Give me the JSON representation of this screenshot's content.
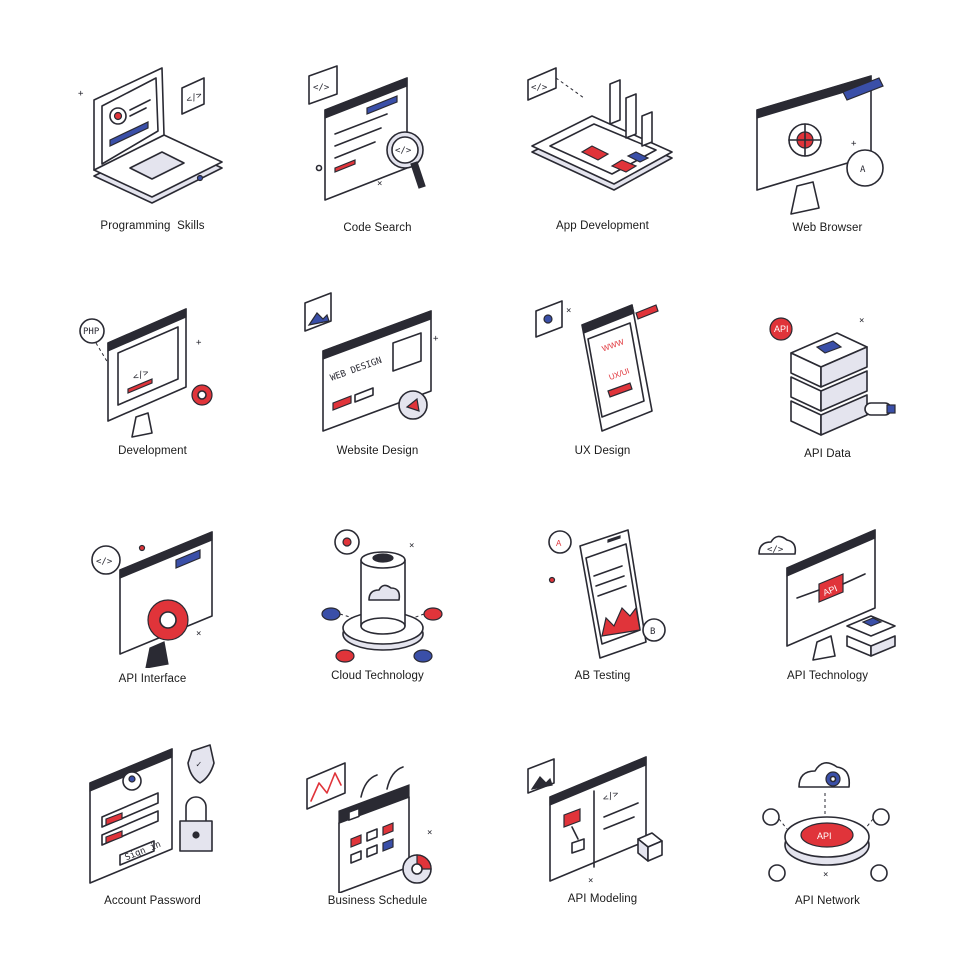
{
  "colors": {
    "ink": "#2a2a33",
    "accent_red": "#e0343a",
    "accent_blue": "#3a4fa8",
    "shade": "#e4e4ee"
  },
  "icons": [
    {
      "label": "Programming  Skills",
      "icon": "laptop-code-icon"
    },
    {
      "label": "Code Search",
      "icon": "code-search-icon"
    },
    {
      "label": "App Development",
      "icon": "tablet-chart-icon"
    },
    {
      "label": "Web Browser",
      "icon": "monitor-globe-icon"
    },
    {
      "label": "Development",
      "icon": "monitor-code-gear-icon"
    },
    {
      "label": "Website Design",
      "icon": "web-design-window-icon"
    },
    {
      "label": "UX Design",
      "icon": "phone-ux-icon"
    },
    {
      "label": "API Data",
      "icon": "server-stack-icon"
    },
    {
      "label": "API Interface",
      "icon": "monitor-api-gear-icon"
    },
    {
      "label": "Cloud Technology",
      "icon": "cloud-platform-icon"
    },
    {
      "label": "AB Testing",
      "icon": "phone-ab-testing-icon"
    },
    {
      "label": "API Technology",
      "icon": "monitor-api-chip-icon"
    },
    {
      "label": "Account Password",
      "icon": "login-padlock-icon"
    },
    {
      "label": "Business Schedule",
      "icon": "calendar-chart-icon"
    },
    {
      "label": "API Modeling",
      "icon": "window-flowchart-icon"
    },
    {
      "label": "API Network",
      "icon": "api-button-network-icon"
    }
  ],
  "glyph_text": {
    "code": "</>",
    "php": "PHP",
    "web_design": "WEB DESIGN",
    "www": "WWW",
    "ux_ui": "UX/UI",
    "api": "API",
    "a": "A",
    "b": "B",
    "sign_in": "Sign in"
  }
}
